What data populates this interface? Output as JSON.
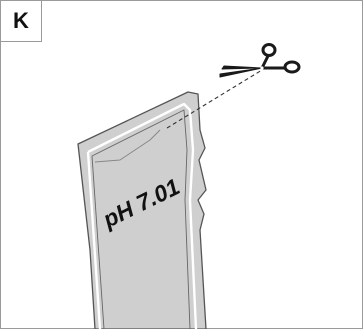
{
  "step": {
    "letter": "K"
  },
  "packet": {
    "label": "pH 7.01",
    "fill_color": "#cfcfcf",
    "outline_color": "#555555",
    "inner_line_color": "#ffffff"
  },
  "scissors": {
    "icon": "scissors-icon",
    "color": "#1a1a1a"
  },
  "cut_line": {
    "style": "dashed",
    "color": "#333333"
  }
}
